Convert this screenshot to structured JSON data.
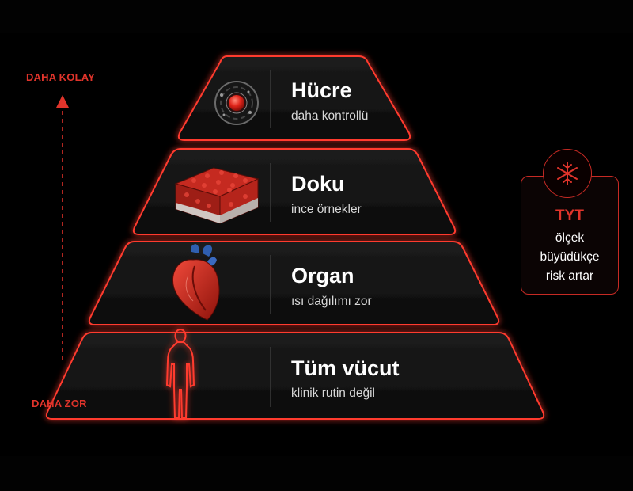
{
  "axis": {
    "top_label": "DAHA KOLAY",
    "bottom_label": "DAHA ZOR"
  },
  "tiers": [
    {
      "title": "Hücre",
      "subtitle": "daha kontrollü",
      "icon": "cell-icon"
    },
    {
      "title": "Doku",
      "subtitle": "ince örnekler",
      "icon": "tissue-block-icon"
    },
    {
      "title": "Organ",
      "subtitle": "ısı dağılımı zor",
      "icon": "heart-icon"
    },
    {
      "title": "Tüm vücut",
      "subtitle": "klinik rutin değil",
      "icon": "human-body-icon"
    }
  ],
  "side_note": {
    "icon": "snowflake-icon",
    "title": "TYT",
    "lines": [
      "ölçek",
      "büyüdükçe",
      "risk artar"
    ]
  },
  "colors": {
    "accent_red": "#e0342b",
    "glow_red": "#ff3a2e",
    "tier_fill": "#141414",
    "background": "#000000"
  }
}
